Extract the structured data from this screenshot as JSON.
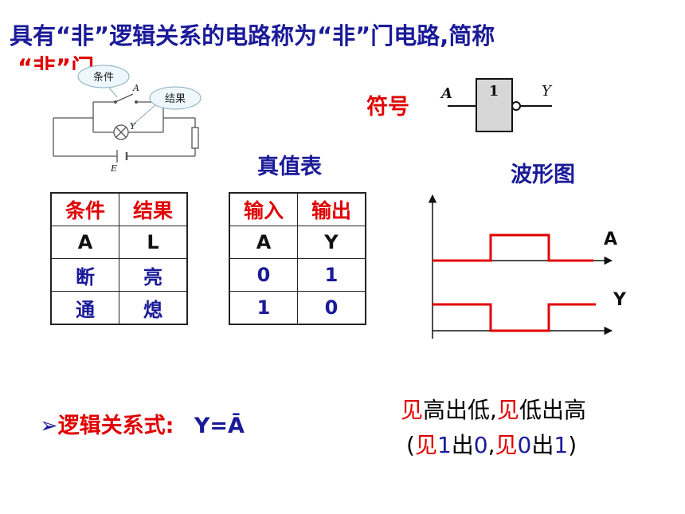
{
  "heading": {
    "line1": "具有“非”逻辑关系的电路称为“非”门电路,简称",
    "line2": "“非”门"
  },
  "circuit": {
    "bubble_condition": "条件",
    "bubble_result": "结果",
    "label_A": "A",
    "label_Y": "Y",
    "label_E": "E"
  },
  "symbol": {
    "label": "符号",
    "gate_text": "1",
    "input": "A",
    "output": "Y"
  },
  "truth_table_title": "真值表",
  "waveform_title": "波形图",
  "table1": {
    "header": [
      "条件",
      "结果"
    ],
    "axes": [
      "A",
      "L"
    ],
    "rows": [
      [
        "断",
        "亮"
      ],
      [
        "通",
        "熄"
      ]
    ]
  },
  "table2": {
    "header": [
      "输入",
      "输出"
    ],
    "axes": [
      "A",
      "Y"
    ],
    "rows": [
      [
        "0",
        "1"
      ],
      [
        "1",
        "0"
      ]
    ]
  },
  "waveform": {
    "label_A": "A",
    "label_Y": "Y",
    "color": "#e00000"
  },
  "logic": {
    "bullet": "➢",
    "label": "逻辑关系式:",
    "expr": "Y=Ā"
  },
  "rule": {
    "line1_parts": [
      {
        "text": "见",
        "color": "#e00000"
      },
      {
        "text": "高出低,",
        "color": "#000000"
      },
      {
        "text": "见",
        "color": "#e00000"
      },
      {
        "text": "低出高",
        "color": "#000000"
      }
    ],
    "line2_parts": [
      {
        "text": "(",
        "color": "#000000"
      },
      {
        "text": "见",
        "color": "#e00000"
      },
      {
        "text": "1",
        "color": "#1a1a99"
      },
      {
        "text": "出",
        "color": "#000000"
      },
      {
        "text": "0",
        "color": "#1a1a99"
      },
      {
        "text": ",",
        "color": "#000000"
      },
      {
        "text": "见",
        "color": "#e00000"
      },
      {
        "text": "0",
        "color": "#1a1a99"
      },
      {
        "text": "出",
        "color": "#000000"
      },
      {
        "text": "1",
        "color": "#1a1a99"
      },
      {
        "text": ")",
        "color": "#000000"
      }
    ]
  }
}
